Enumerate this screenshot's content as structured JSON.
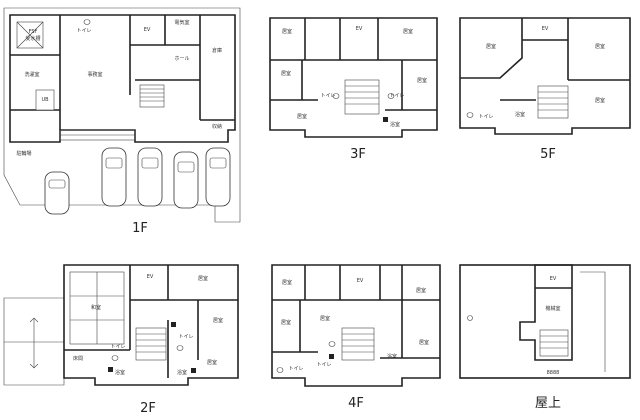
{
  "floors": [
    {
      "id": "1f",
      "label": "1F"
    },
    {
      "id": "2f",
      "label": "2F"
    },
    {
      "id": "3f",
      "label": "3F"
    },
    {
      "id": "4f",
      "label": "4F"
    },
    {
      "id": "5f",
      "label": "5F"
    },
    {
      "id": "roof",
      "label": "屋上"
    }
  ],
  "rooms": {
    "f1": {
      "ssr": "FSF",
      "tank": "受水槽",
      "toilet": "トイレ",
      "ev": "EV",
      "electric": "電気室",
      "senmen": "洗濯室",
      "office": "事務室",
      "hall": "ホール",
      "storage": "倉庫",
      "ub": "UB",
      "kura": "収納",
      "parking_bike": "駐輪場"
    },
    "f2": {
      "washitsu": "和室",
      "ev": "EV",
      "kyoshitsu_a": "居室",
      "kyoshitsu_b": "居室",
      "kyoshitsu_c": "居室",
      "toilet": "トイレ",
      "toilet2": "トイレ",
      "yokushitsu": "浴室",
      "yokushitsu2": "浴室",
      "toko": "床間"
    },
    "f3": {
      "kyoshitsu_a": "居室",
      "kyoshitsu_b": "居室",
      "kyoshitsu_c": "居室",
      "kyoshitsu_d": "居室",
      "kyoshitsu_e": "居室",
      "ev": "EV",
      "toilet": "トイレ",
      "toilet2": "トイレ",
      "yokushitsu": "浴室"
    },
    "f4": {
      "kyoshitsu_a": "居室",
      "kyoshitsu_b": "居室",
      "kyoshitsu_c": "居室",
      "kyoshitsu_d": "居室",
      "kyoshitsu_e": "居室",
      "ev": "EV",
      "toilet": "トイレ",
      "toilet2": "トイレ",
      "yokushitsu": "浴室"
    },
    "f5": {
      "kyoshitsu_a": "居室",
      "kyoshitsu_b": "居室",
      "kyoshitsu_c": "居室",
      "ev": "EV",
      "toilet": "トイレ",
      "yokushitsu": "浴室"
    },
    "roof": {
      "ev": "EV",
      "kikai": "機械室",
      "note": "8888"
    }
  }
}
